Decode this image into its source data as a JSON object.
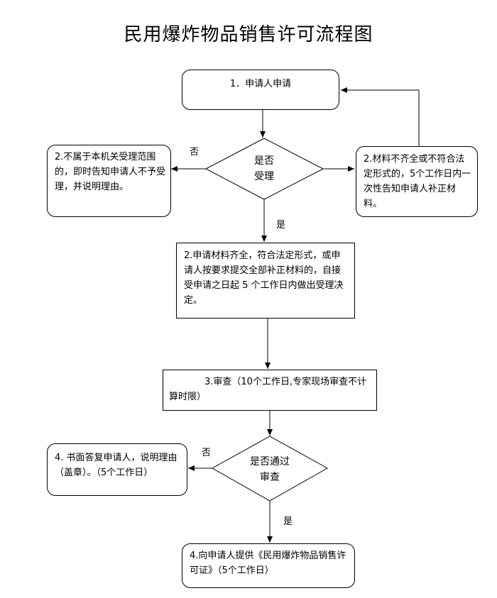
{
  "title": "民用爆炸物品销售许可流程图",
  "nodes": {
    "apply": "1．申请人申请",
    "not_in_scope": "2.不属于本机关受理范围的，即时告知申请人不予受理，并说明理由。",
    "decision_accept": {
      "line1": "是否",
      "line2": "受理"
    },
    "incomplete": "2.材料不齐全或不符合法定形式的，5个工作日内一次性告知申请人补正材料。",
    "accept": "2.申请材料齐全，符合法定形式，或申请人按要求提交全部补正材料的，自接受申请之日起 5 个工作日内做出受理决定。",
    "review": "3.审查（10个工作日,专家现场审查不计算时限）",
    "decision_pass": {
      "line1": "是否通过",
      "line2": "审查"
    },
    "reject": "4. 书面答复申请人，说明理由（盖章）。（5个工作日）",
    "issue": "4.向申请人提供《民用爆炸物品销售许可证》（5个工作日）"
  },
  "labels": {
    "no_1": "否",
    "yes_1": "是",
    "no_2": "否",
    "yes_2": "是"
  }
}
